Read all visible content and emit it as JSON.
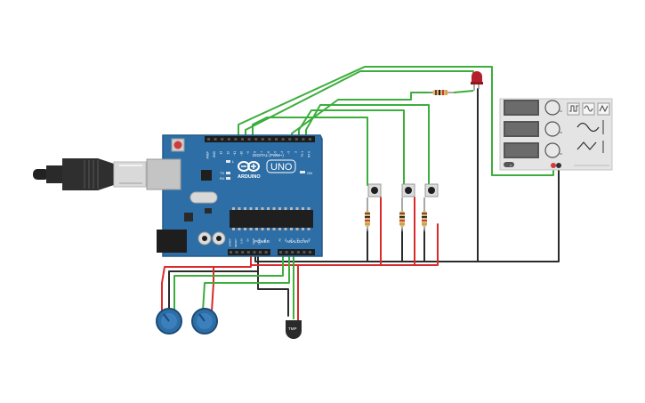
{
  "arduino": {
    "brand": "ARDUINO",
    "model": "UNO",
    "header_digital": "DIGITAL (PWM~)",
    "header_power": "POWER",
    "header_analog": "ANALOG IN",
    "led_on": "ON",
    "tx": "TX",
    "rx": "RX",
    "led_l": "L",
    "digital_pins": [
      "AREF",
      "GND",
      "13",
      "12",
      "~11",
      "~10",
      "~9",
      "8",
      "7",
      "~6",
      "~5",
      "4",
      "~3",
      "2",
      "TX 1",
      "RX 0"
    ],
    "power_pins": [
      "IOREF",
      "RESET",
      "3.3V",
      "5V",
      "GND",
      "GND",
      "Vin"
    ],
    "analog_pins": [
      "A0",
      "A1",
      "A2",
      "A3",
      "A4",
      "A5"
    ]
  },
  "sensor": {
    "label": "TMP"
  },
  "function_generator": {
    "waveforms": [
      "square-wave",
      "sine-wave",
      "triangle-wave"
    ],
    "channels": 3
  },
  "colors": {
    "board": "#2e6ea6",
    "board_dark": "#245a8a",
    "wire_green": "#3cae3c",
    "wire_red": "#d92b2b",
    "wire_black": "#2b2b2b",
    "led": "#b3202b",
    "knob": "#2e6ea6"
  }
}
